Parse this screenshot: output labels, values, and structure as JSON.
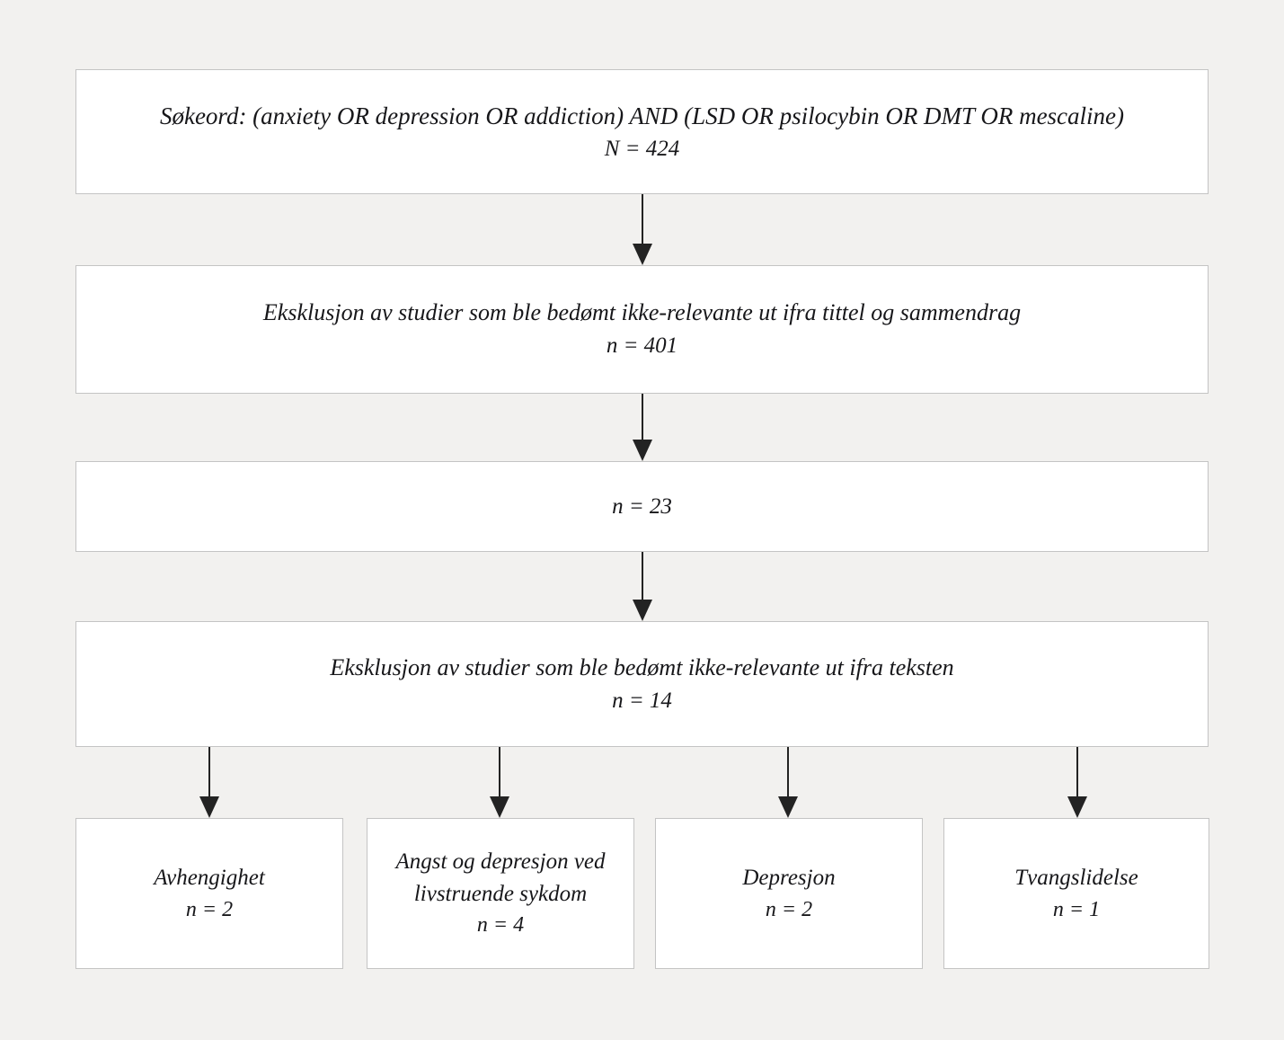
{
  "diagram": {
    "title": "PRISMA-type literature selection flowchart",
    "language": "no",
    "background_color": "#f2f1ef",
    "box_fill_color": "#ffffff",
    "box_border_color": "#c4c4c4",
    "text_color": "#17171a",
    "arrow_color": "#232323"
  },
  "stages": [
    {
      "id": "search",
      "label": "Søkeord: (anxiety OR depression OR addiction) AND (LSD OR psilocybin OR DMT OR mescaline)",
      "count": "N = 424"
    },
    {
      "id": "excluded-title-abstract",
      "label": "Eksklusjon av studier som ble bedømt ikke-relevante ut ifra tittel og sammendrag",
      "count": "n = 401"
    },
    {
      "id": "remaining",
      "label": "",
      "count": "n = 23"
    },
    {
      "id": "excluded-full-text",
      "label": "Eksklusjon av studier som ble bedømt ikke-relevante ut ifra teksten",
      "count": "n = 14"
    }
  ],
  "categories": [
    {
      "id": "avhengighet",
      "label": "Avhengighet",
      "label_line2": "",
      "count": "n = 2"
    },
    {
      "id": "angst-depresjon-livstruende",
      "label": "Angst og depresjon ved",
      "label_line2": "livstruende sykdom",
      "count": "n = 4"
    },
    {
      "id": "depresjon",
      "label": "Depresjon",
      "label_line2": "",
      "count": "n = 2"
    },
    {
      "id": "tvangslidelse",
      "label": "Tvangslidelse",
      "label_line2": "",
      "count": "n = 1"
    }
  ],
  "connectors": [
    {
      "id": "search-to-excluded-title",
      "type": "down-arrow"
    },
    {
      "id": "excluded-title-to-remaining",
      "type": "down-arrow"
    },
    {
      "id": "remaining-to-excluded-text",
      "type": "down-arrow"
    },
    {
      "id": "excluded-text-to-avhengighet",
      "type": "down-arrow"
    },
    {
      "id": "excluded-text-to-angst",
      "type": "down-arrow"
    },
    {
      "id": "excluded-text-to-depresjon",
      "type": "down-arrow"
    },
    {
      "id": "excluded-text-to-tvangslidelse",
      "type": "down-arrow"
    }
  ]
}
